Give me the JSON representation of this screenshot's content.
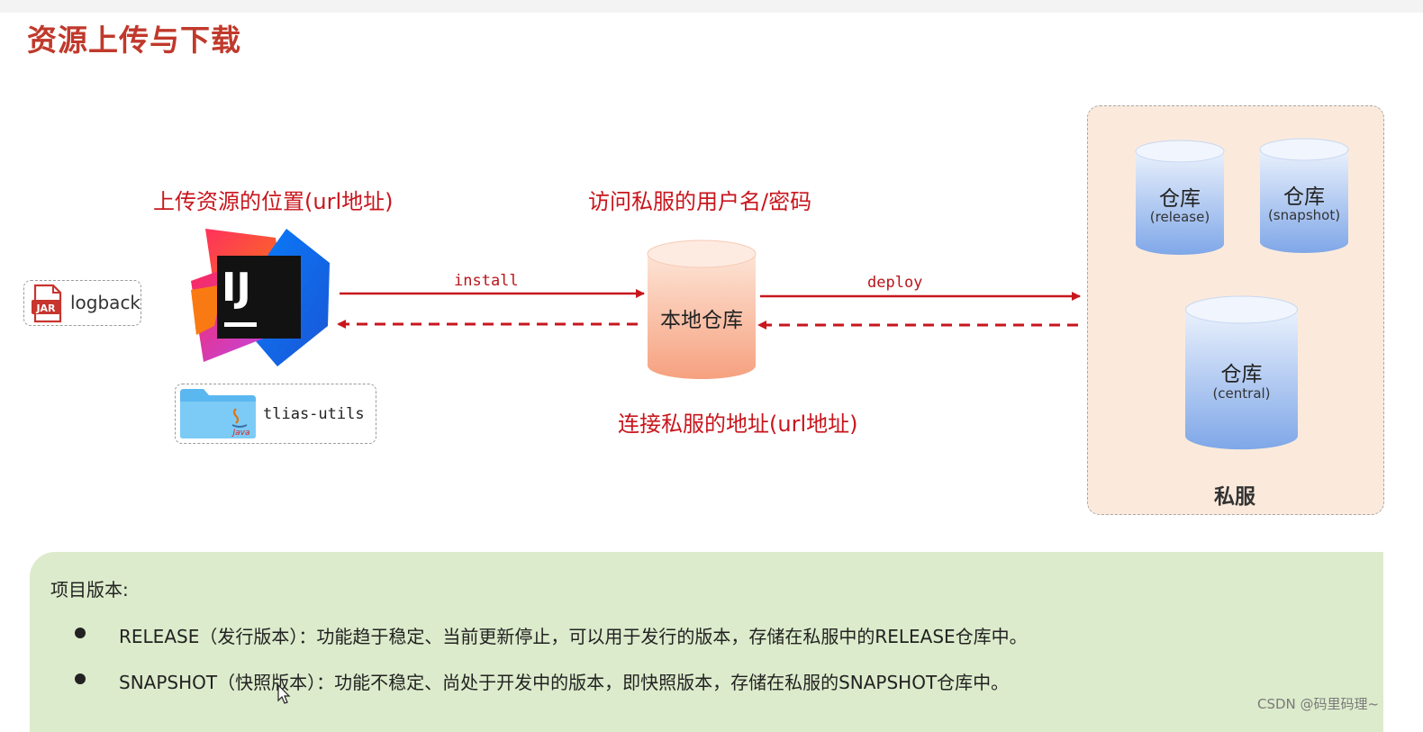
{
  "page_title": "资源上传与下载",
  "labels": {
    "upload_location": "上传资源的位置(url地址)",
    "access_credentials": "访问私服的用户名/密码",
    "connect_address": "连接私服的地址(url地址)"
  },
  "edges": {
    "install": "install",
    "deploy": "deploy"
  },
  "artifacts": {
    "jar_icon_text": "JAR",
    "jar_name": "logback",
    "ide_logo_text": "IJ",
    "folder_java_text": "Java",
    "folder_name": "tlias-utils"
  },
  "local_repo": {
    "label": "本地仓库"
  },
  "private_server": {
    "label": "私服",
    "repos": [
      {
        "name": "仓库",
        "type": "(release)"
      },
      {
        "name": "仓库",
        "type": "(snapshot)"
      },
      {
        "name": "仓库",
        "type": "(central)"
      }
    ]
  },
  "note": {
    "title": "项目版本:",
    "items": [
      "RELEASE（发行版本）：功能趋于稳定、当前更新停止，可以用于发行的版本，存储在私服中的RELEASE仓库中。",
      "SNAPSHOT（快照版本）：功能不稳定、尚处于开发中的版本，即快照版本，存储在私服的SNAPSHOT仓库中。"
    ]
  },
  "watermark": "CSDN @码里码理~",
  "colors": {
    "accent_red": "#c8161d",
    "private_bg": "#fbeadc",
    "note_bg": "#dcebcb",
    "local_repo_gradient": [
      "#fde4d6",
      "#f6a17f"
    ],
    "server_repo_gradient": [
      "#eaf1fc",
      "#7fa7e8"
    ]
  },
  "icons": [
    "jar-file-icon",
    "intellij-idea-logo-icon",
    "java-folder-icon",
    "mouse-cursor-icon"
  ]
}
